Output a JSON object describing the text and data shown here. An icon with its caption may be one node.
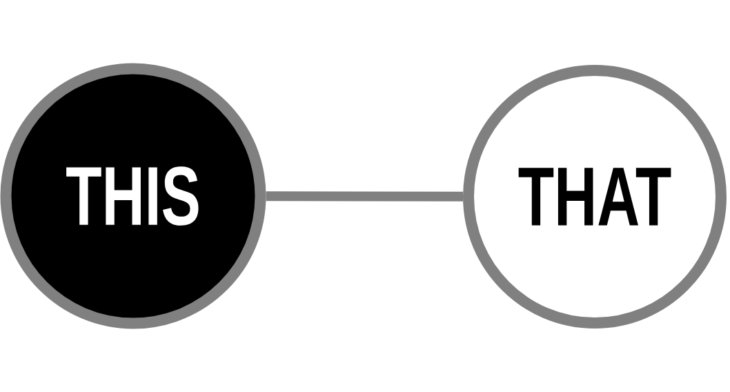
{
  "diagram": {
    "nodes": [
      {
        "text": [
          "THIS"
        ]
      },
      {
        "text": [
          "THAT"
        ]
      }
    ],
    "edges": [
      {
        "from": 0,
        "to": 1,
        "arrow": "none"
      }
    ]
  }
}
